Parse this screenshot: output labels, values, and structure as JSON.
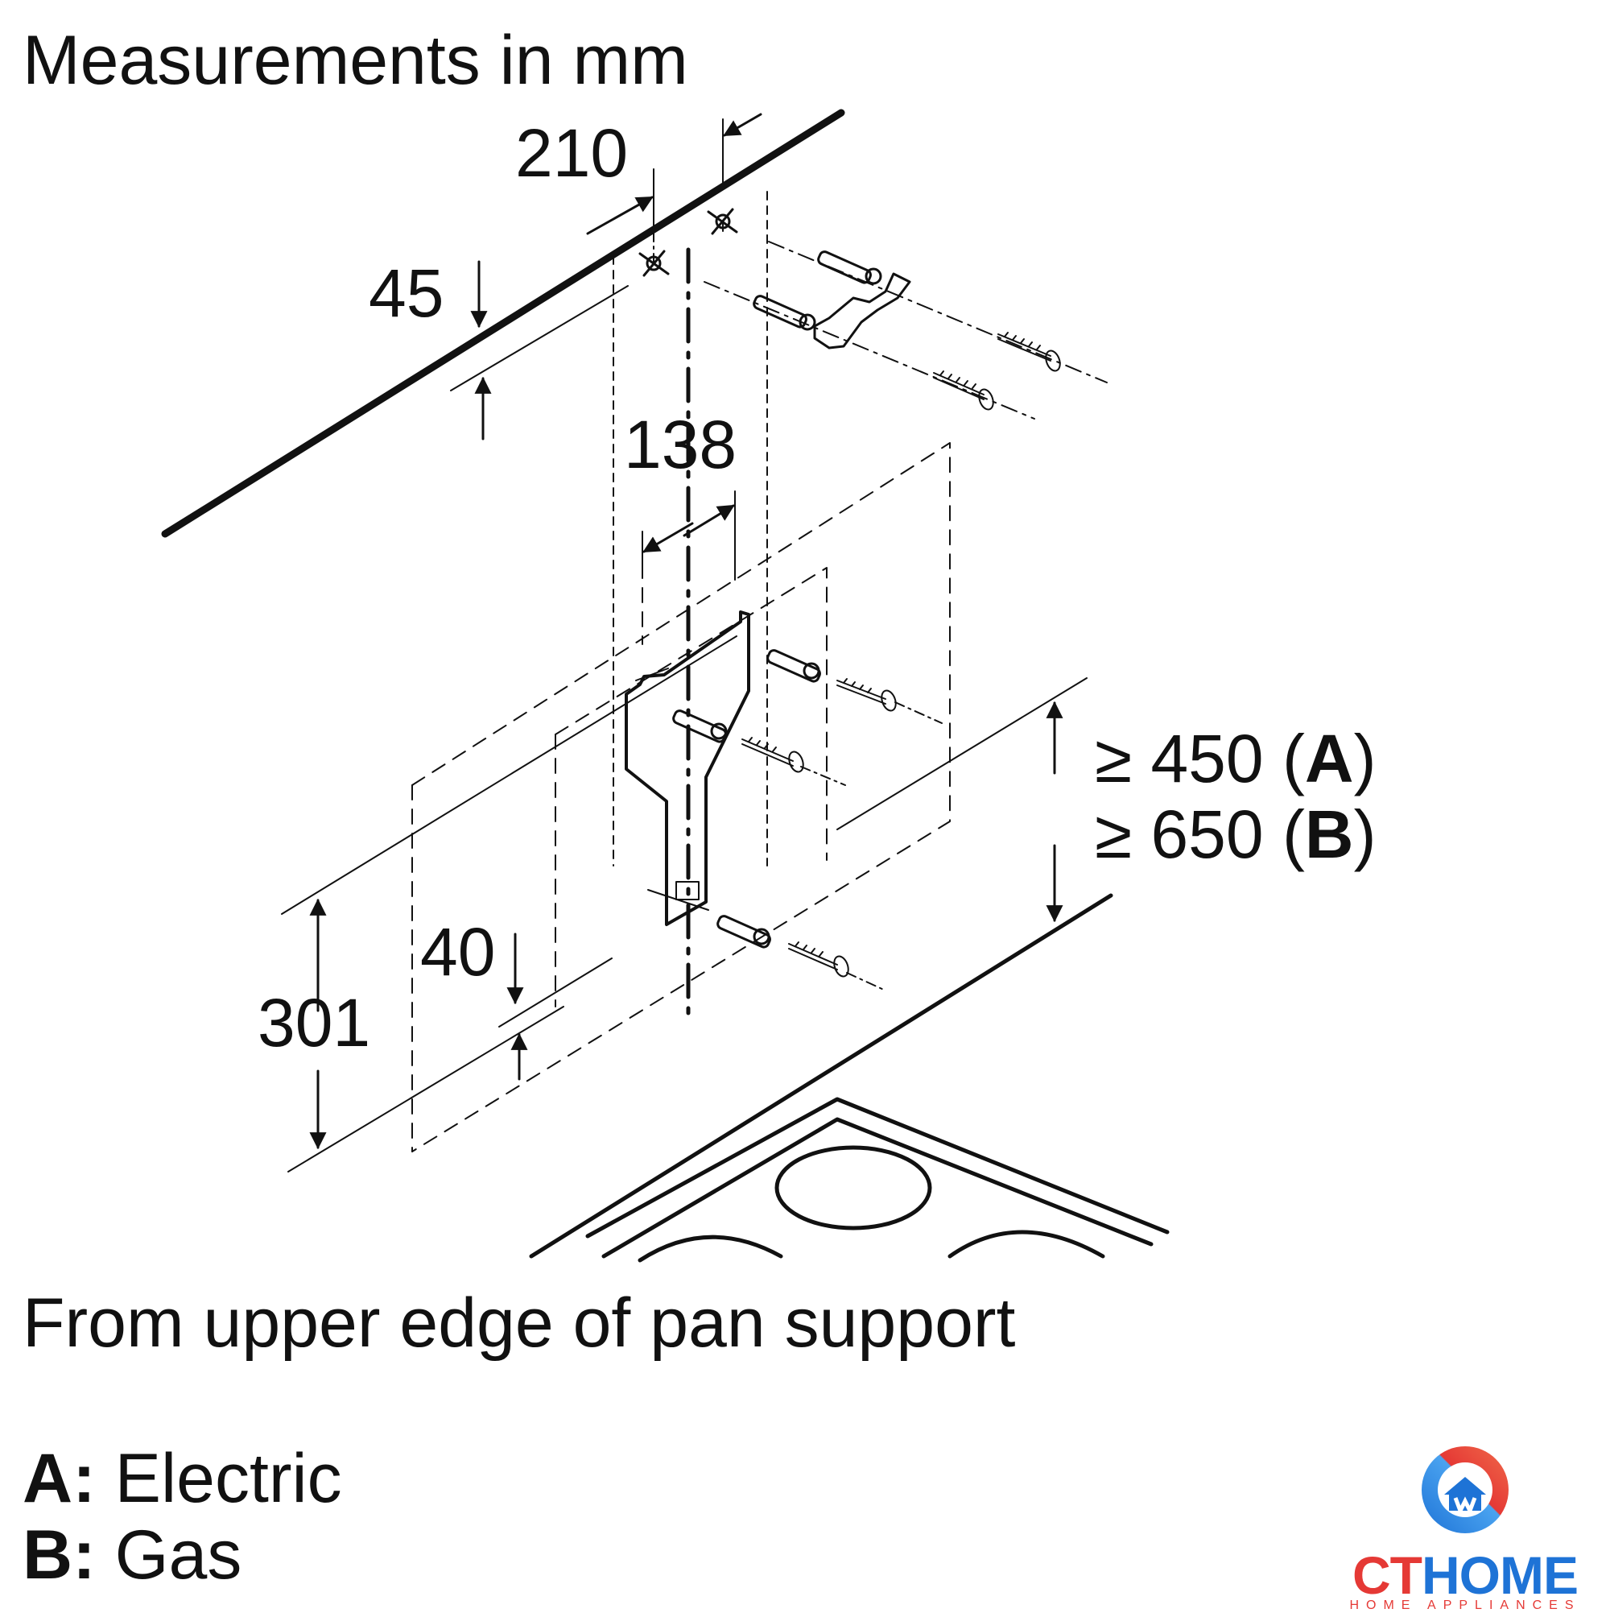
{
  "title": "Measurements in mm",
  "subtitle": "From upper edge of pan support",
  "dimensions": {
    "d210": "210",
    "d45": "45",
    "d138": "138",
    "d40": "40",
    "d301": "301"
  },
  "requirements": [
    {
      "symbol": "≥",
      "value": "450",
      "letter": "A"
    },
    {
      "symbol": "≥",
      "value": "650",
      "letter": "B"
    }
  ],
  "legend": [
    {
      "key": "A:",
      "label": "Electric"
    },
    {
      "key": "B:",
      "label": "Gas"
    }
  ],
  "logo": {
    "brand_ct": "CT",
    "brand_home": "HOME",
    "tagline": "HOME APPLIANCES",
    "colors": {
      "red": "#e53935",
      "blue": "#1e73d6"
    }
  },
  "icons": [
    "house-logo-icon"
  ]
}
